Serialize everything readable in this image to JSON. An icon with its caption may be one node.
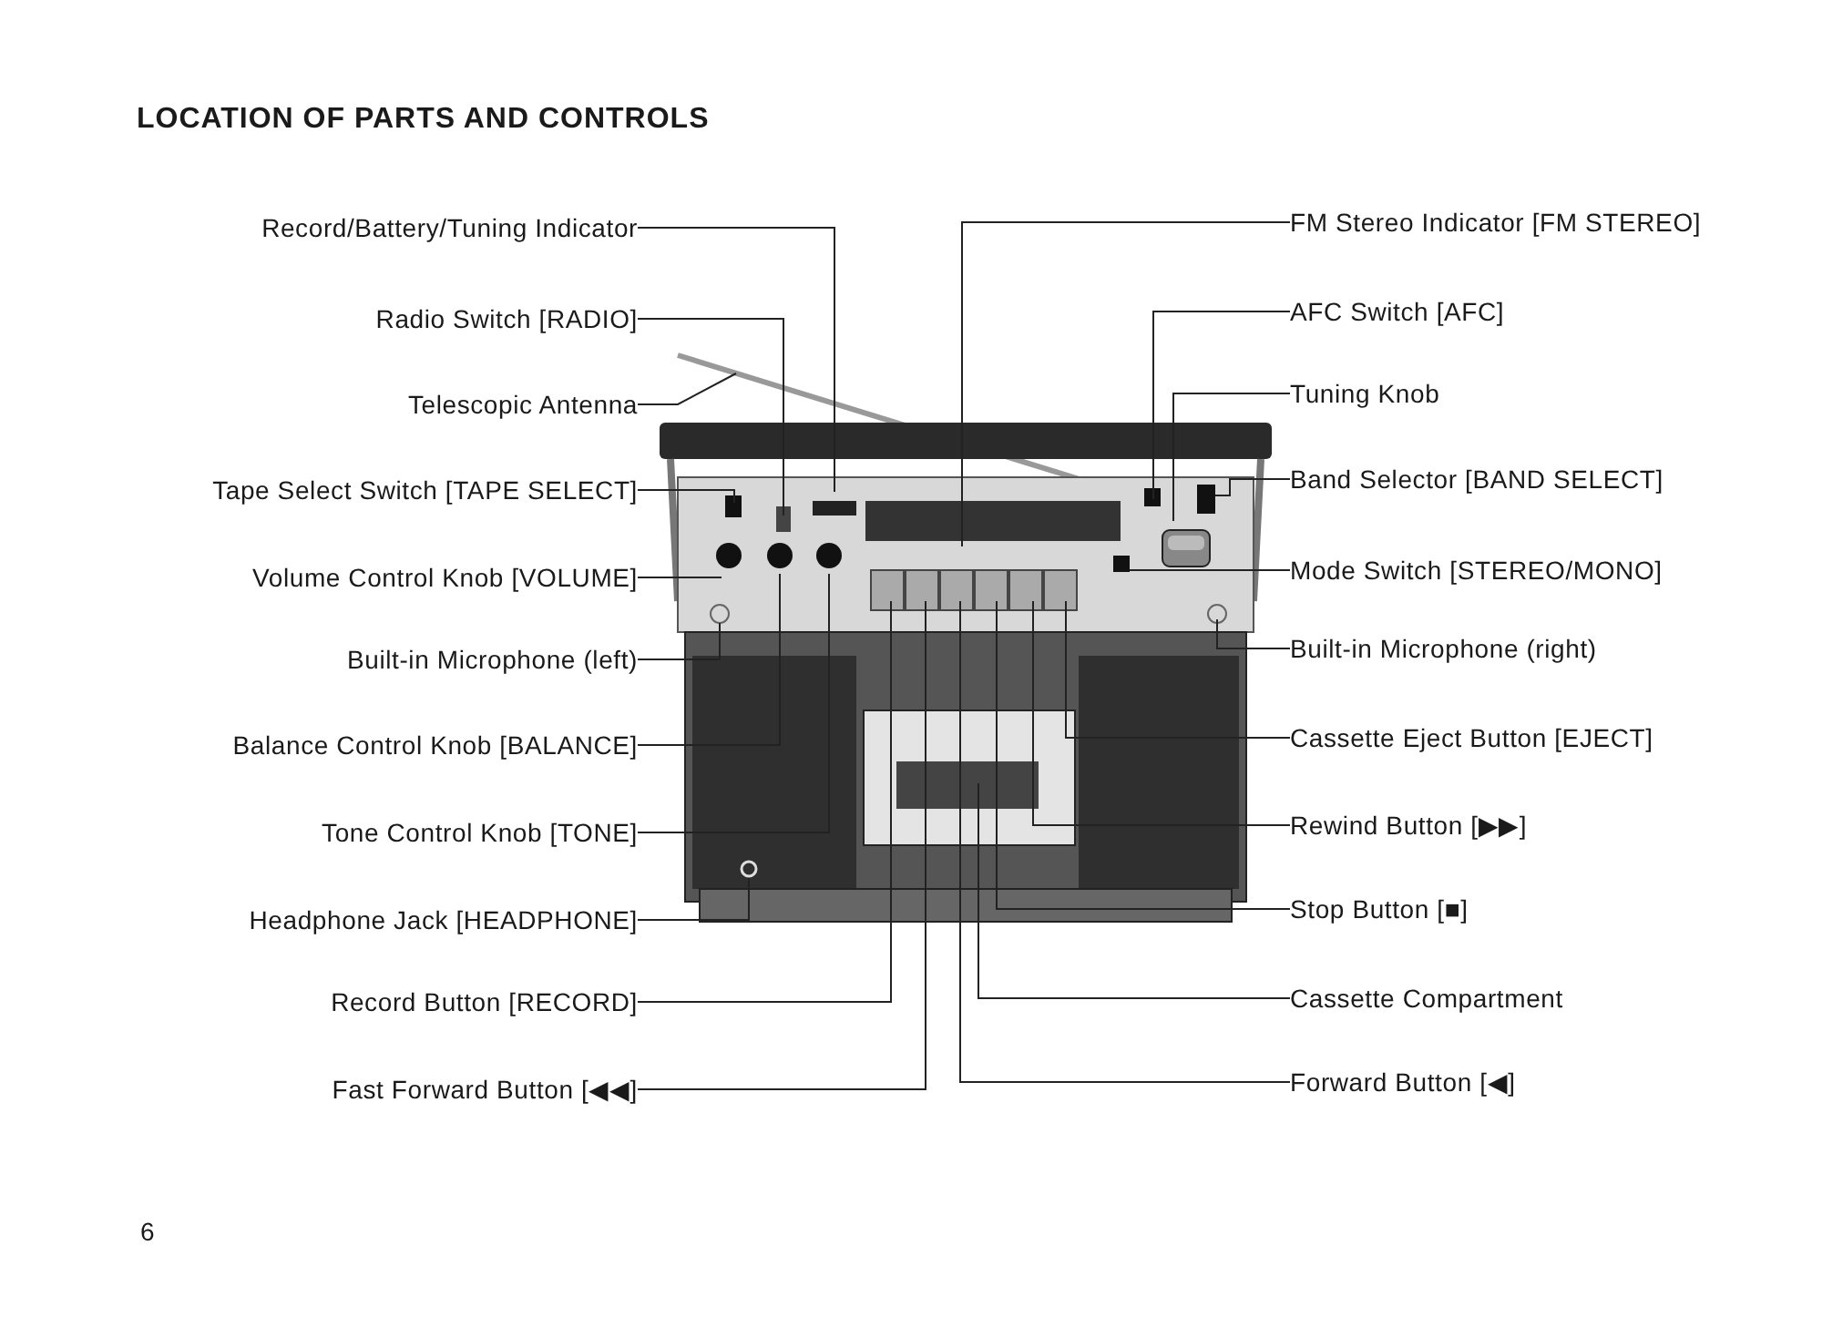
{
  "diagram": {
    "title": "LOCATION OF PARTS AND CONTROLS",
    "nodes": [
      {
        "text": [
          "Record/Battery/Tuning Indicator"
        ]
      },
      {
        "text": [
          "Radio Switch [RADIO]"
        ]
      },
      {
        "text": [
          "Telescopic Antenna"
        ]
      },
      {
        "text": [
          "Tape Select Switch [TAPE SELECT]"
        ]
      },
      {
        "text": [
          "Volume Control Knob [VOLUME]"
        ]
      },
      {
        "text": [
          "Built-in Microphone (left)"
        ]
      },
      {
        "text": [
          "Balance Control Knob [BALANCE]"
        ]
      },
      {
        "text": [
          "Tone Control Knob [TONE]"
        ]
      },
      {
        "text": [
          "Headphone Jack [HEADPHONE]"
        ]
      },
      {
        "text": [
          "Record Button [RECORD]"
        ]
      },
      {
        "text": [
          "Fast Forward Button [◀◀]"
        ]
      },
      {
        "text": [
          "FM Stereo Indicator [FM STEREO]"
        ]
      },
      {
        "text": [
          "AFC Switch [AFC]"
        ]
      },
      {
        "text": [
          "Tuning Knob"
        ]
      },
      {
        "text": [
          "Band Selector [BAND SELECT]"
        ]
      },
      {
        "text": [
          "Mode Switch [STEREO/MONO]"
        ]
      },
      {
        "text": [
          "Built-in Microphone (right)"
        ]
      },
      {
        "text": [
          "Cassette Eject Button [EJECT]"
        ]
      },
      {
        "text": [
          "Rewind Button [▶▶]"
        ]
      },
      {
        "text": [
          "Stop Button [■]"
        ]
      },
      {
        "text": [
          "Cassette Compartment"
        ]
      },
      {
        "text": [
          "Forward Button [◀]"
        ]
      }
    ],
    "edges": [
      {
        "from": 0,
        "to": null,
        "arrow": "none"
      },
      {
        "from": 1,
        "to": null,
        "arrow": "none"
      },
      {
        "from": 2,
        "to": null,
        "arrow": "none"
      },
      {
        "from": 3,
        "to": null,
        "arrow": "none"
      },
      {
        "from": 4,
        "to": null,
        "arrow": "none"
      },
      {
        "from": 5,
        "to": null,
        "arrow": "none"
      },
      {
        "from": 6,
        "to": null,
        "arrow": "none"
      },
      {
        "from": 7,
        "to": null,
        "arrow": "none"
      },
      {
        "from": 8,
        "to": null,
        "arrow": "none"
      },
      {
        "from": 9,
        "to": null,
        "arrow": "none"
      },
      {
        "from": 10,
        "to": null,
        "arrow": "none"
      },
      {
        "from": 11,
        "to": null,
        "arrow": "none"
      },
      {
        "from": 12,
        "to": null,
        "arrow": "none"
      },
      {
        "from": 13,
        "to": null,
        "arrow": "none"
      },
      {
        "from": 14,
        "to": null,
        "arrow": "none"
      },
      {
        "from": 15,
        "to": null,
        "arrow": "none"
      },
      {
        "from": 16,
        "to": null,
        "arrow": "none"
      },
      {
        "from": 17,
        "to": null,
        "arrow": "none"
      },
      {
        "from": 18,
        "to": null,
        "arrow": "none"
      },
      {
        "from": 19,
        "to": null,
        "arrow": "none"
      },
      {
        "from": 20,
        "to": null,
        "arrow": "none"
      },
      {
        "from": 21,
        "to": null,
        "arrow": "none"
      }
    ],
    "labels": [
      "6"
    ]
  }
}
